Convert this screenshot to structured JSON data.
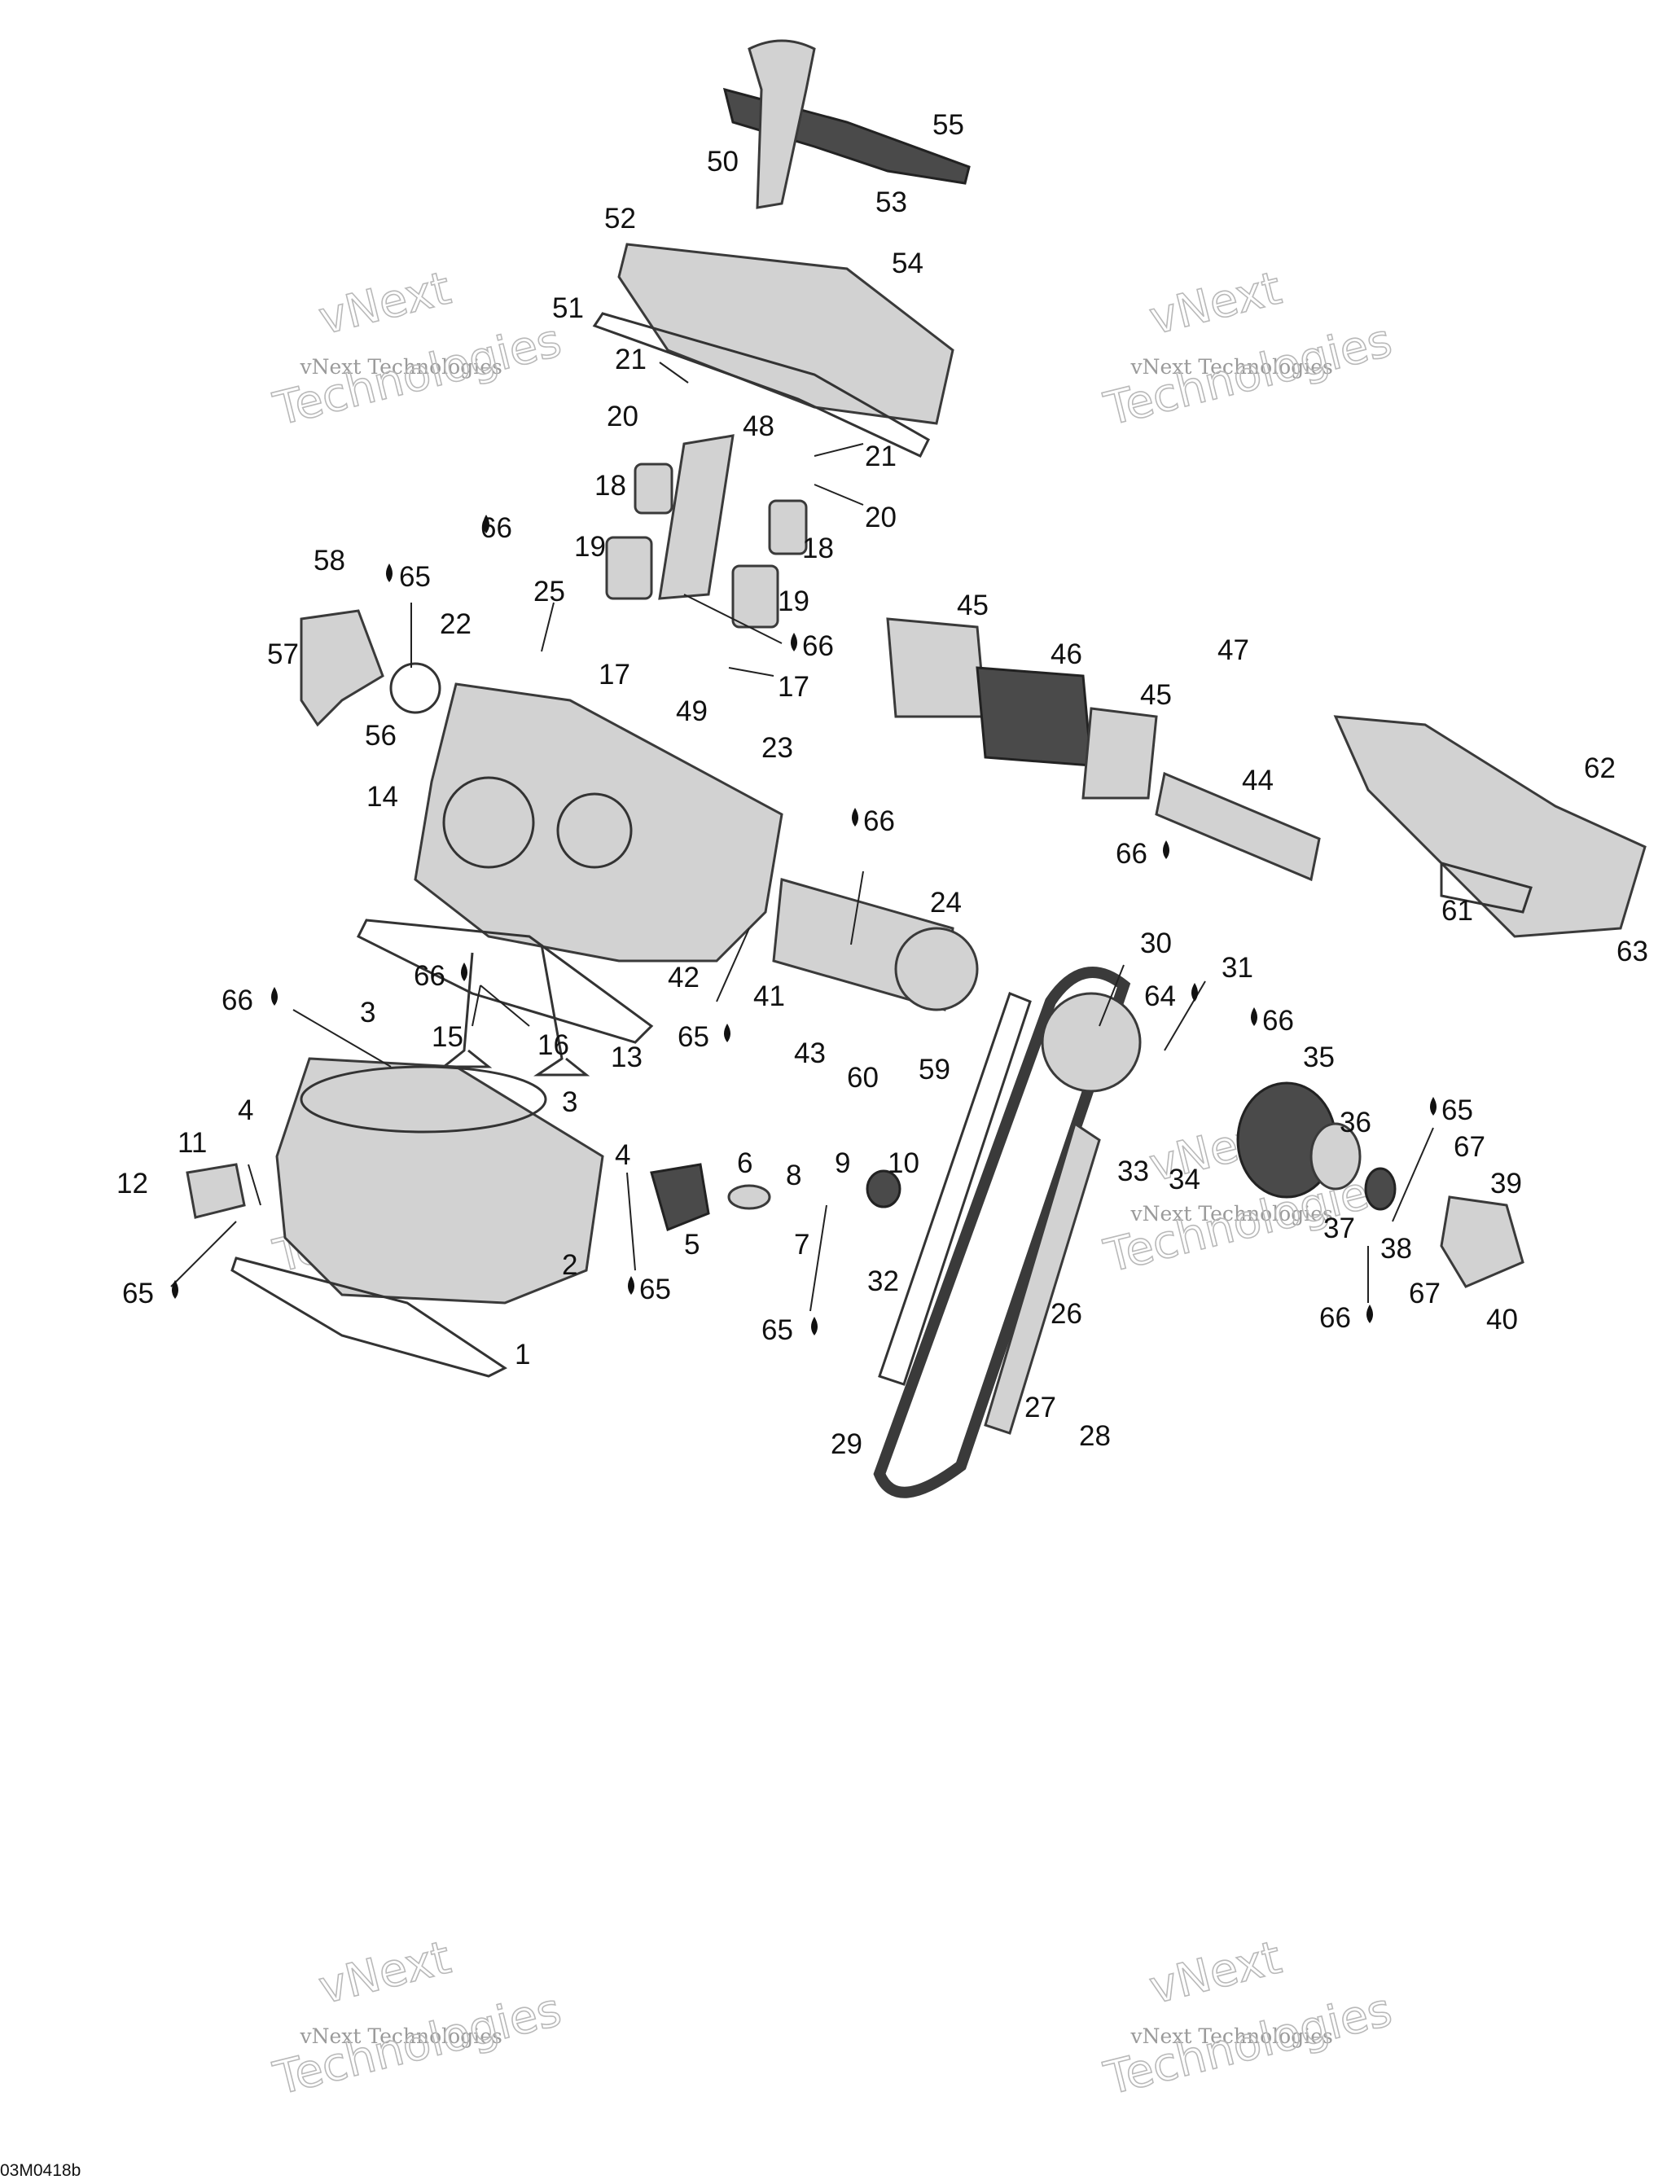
{
  "diagram": {
    "drawing_id": "03M0418b",
    "watermark": {
      "line1": "vNext",
      "line2": "Technologies",
      "small": "vNext Technologies"
    },
    "oil_symbol": "💧",
    "callouts": [
      "1",
      "2",
      "3",
      "3",
      "4",
      "4",
      "5",
      "6",
      "7",
      "8",
      "9",
      "10",
      "11",
      "12",
      "13",
      "14",
      "15",
      "16",
      "17",
      "17",
      "18",
      "18",
      "19",
      "19",
      "20",
      "20",
      "21",
      "21",
      "22",
      "23",
      "24",
      "25",
      "26",
      "27",
      "28",
      "29",
      "30",
      "31",
      "32",
      "33",
      "34",
      "35",
      "36",
      "37",
      "38",
      "39",
      "40",
      "41",
      "42",
      "43",
      "44",
      "45",
      "45",
      "46",
      "47",
      "48",
      "49",
      "50",
      "51",
      "52",
      "53",
      "54",
      "55",
      "56",
      "57",
      "58",
      "59",
      "60",
      "61",
      "62",
      "63",
      "64",
      "65",
      "65",
      "65",
      "65",
      "65",
      "65",
      "66",
      "66",
      "66",
      "66",
      "66",
      "66",
      "66",
      "66",
      "67",
      "67"
    ]
  }
}
